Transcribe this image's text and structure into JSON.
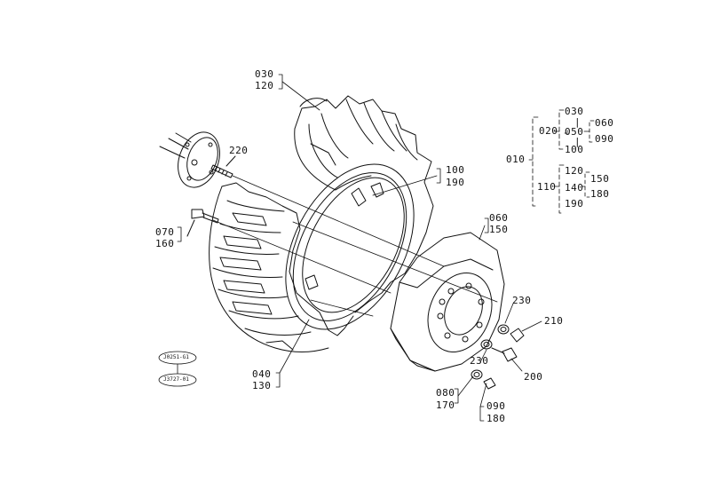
{
  "callouts": {
    "c030": "030",
    "c120": "120",
    "c220": "220",
    "c100": "100",
    "c190": "190",
    "c070": "070",
    "c160": "160",
    "c060": "060",
    "c150": "150",
    "c040": "040",
    "c130": "130",
    "c230a": "230",
    "c210": "210",
    "c230b": "230",
    "c200": "200",
    "c080": "080",
    "c170": "170",
    "c090": "090",
    "c180": "180"
  },
  "tree": {
    "root": "010",
    "n020": "020",
    "n030": "030",
    "n050": "050",
    "n100": "100",
    "n060": "060",
    "n090": "090",
    "n110": "110",
    "n120": "120",
    "n140": "140",
    "n190": "190",
    "n150": "150",
    "n180": "180",
    "sep1": "|",
    "sep2": "|"
  },
  "ref_ovals": {
    "top": "J0251-G1",
    "bottom": "J3727-01"
  }
}
